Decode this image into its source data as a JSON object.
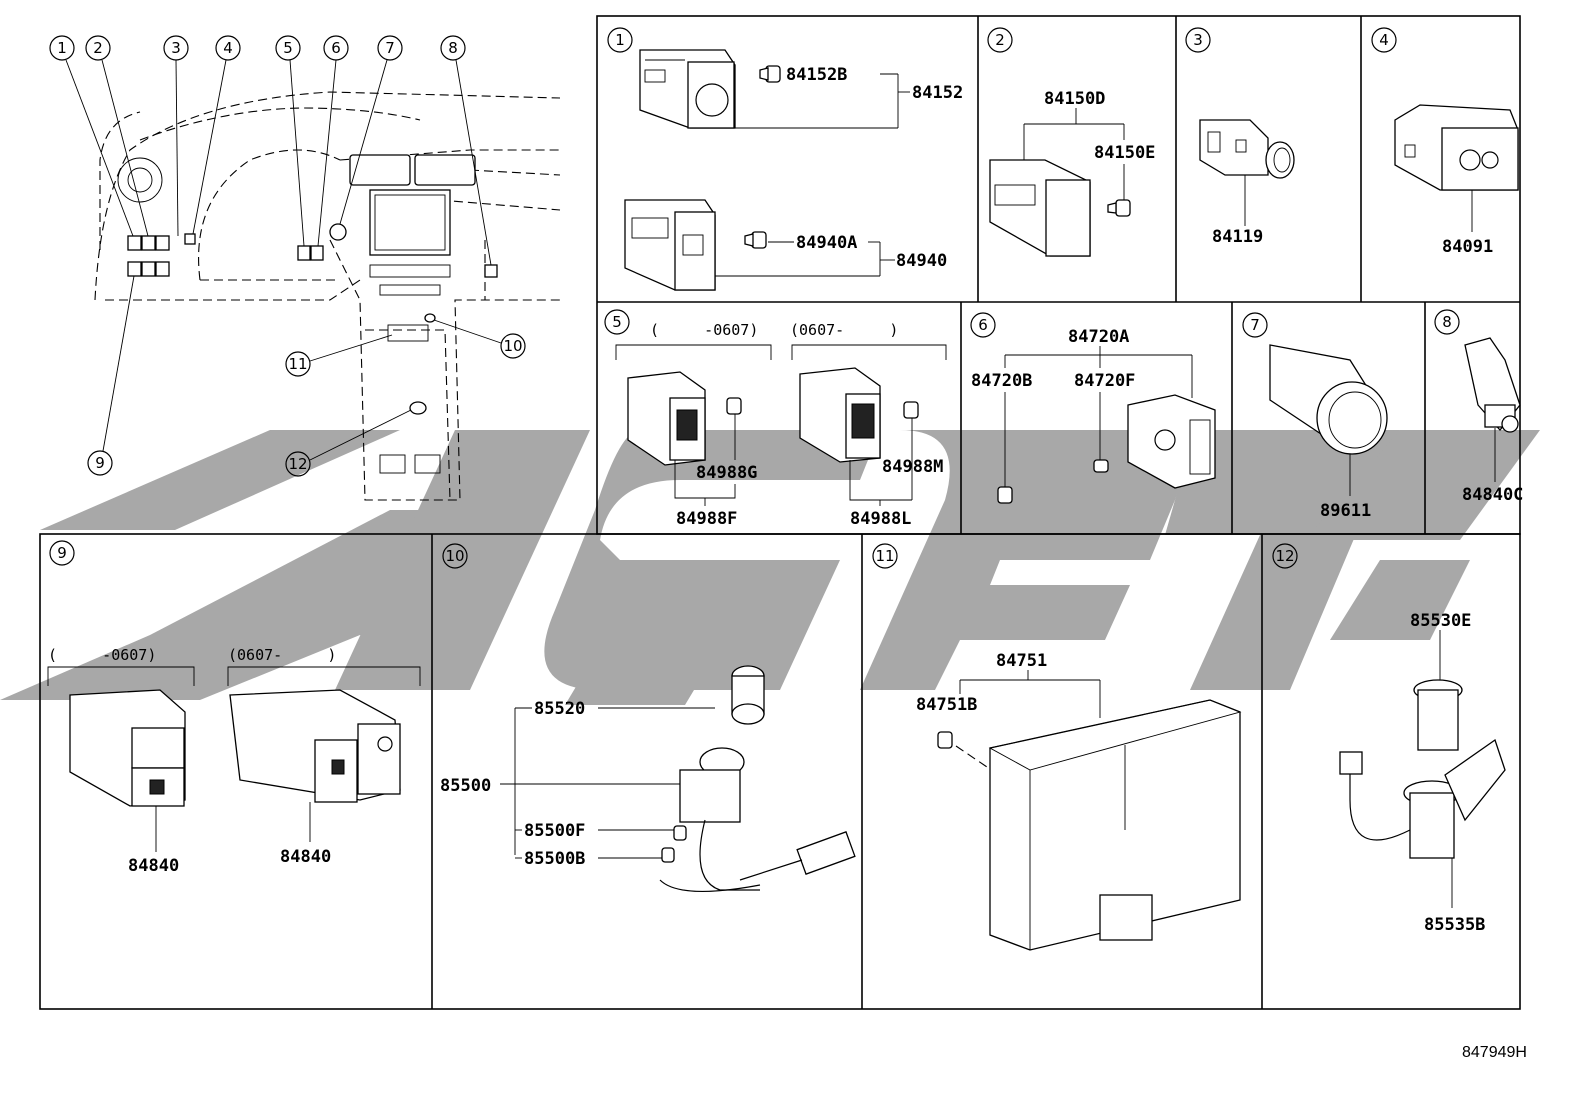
{
  "watermark_color": "#a8a8a8",
  "overview": {
    "callouts": [
      "1",
      "2",
      "3",
      "4",
      "5",
      "6",
      "7",
      "8",
      "9",
      "10",
      "11",
      "12"
    ]
  },
  "panels": [
    {
      "num": "1",
      "parts": [
        "84152B",
        "84152",
        "84940A",
        "84940"
      ]
    },
    {
      "num": "2",
      "parts": [
        "84150D",
        "84150E"
      ]
    },
    {
      "num": "3",
      "parts": [
        "84119"
      ]
    },
    {
      "num": "4",
      "parts": [
        "84091"
      ]
    },
    {
      "num": "5",
      "date_left": "(     -0607)",
      "date_right": "(0607-     )",
      "parts": [
        "84988G",
        "84988F",
        "84988M",
        "84988L"
      ]
    },
    {
      "num": "6",
      "parts": [
        "84720A",
        "84720B",
        "84720F"
      ]
    },
    {
      "num": "7",
      "parts": [
        "89611"
      ]
    },
    {
      "num": "8",
      "parts": [
        "84840C"
      ]
    },
    {
      "num": "9",
      "date_left": "(     -0607)",
      "date_right": "(0607-     )",
      "parts": [
        "84840",
        "84840"
      ]
    },
    {
      "num": "10",
      "parts": [
        "85520",
        "85500",
        "85500F",
        "85500B"
      ]
    },
    {
      "num": "11",
      "parts": [
        "84751",
        "84751B"
      ]
    },
    {
      "num": "12",
      "parts": [
        "85530E",
        "85535B"
      ]
    }
  ],
  "figure_ref": "847949H"
}
